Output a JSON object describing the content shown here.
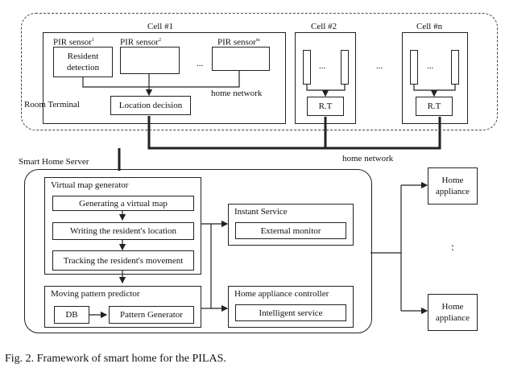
{
  "cells": {
    "cell1": {
      "title": "Cell  #1",
      "pir1": "PIR sensor",
      "pir1_sup": "1",
      "pir2": "PIR sensor",
      "pir2_sup": "2",
      "pirm": "PIR sensor",
      "pirm_sup": "m",
      "resident_detection": "Resident detection",
      "ellipsis": "...",
      "home_network": "home network",
      "room_terminal": "Room Terminal",
      "location_decision": "Location decision"
    },
    "cell2": {
      "title": "Cell  #2",
      "ellipsis": "...",
      "rt": "R.T"
    },
    "cells_ellipsis": "...",
    "celln": {
      "title": "Cell  #n",
      "ellipsis": "...",
      "rt": "R.T"
    }
  },
  "server": {
    "title": "Smart Home Server",
    "home_network": "home network",
    "vmg": {
      "title": "Virtual map generator",
      "steps": [
        "Generating a virtual map",
        "Writing the resident's location",
        "Tracking the resident's movement"
      ]
    },
    "mpp": {
      "title": "Moving pattern predictor",
      "db": "DB",
      "pattern_generator": "Pattern Generator"
    },
    "instant": {
      "title": "Instant Service",
      "item": "External monitor"
    },
    "controller": {
      "title": "Home appliance controller",
      "item": "Intelligent service"
    }
  },
  "appliances": {
    "top": "Home appliance",
    "dots": ":",
    "bottom": "Home appliance"
  },
  "caption": "Fig. 2.    Framework of smart home for the PILAS."
}
